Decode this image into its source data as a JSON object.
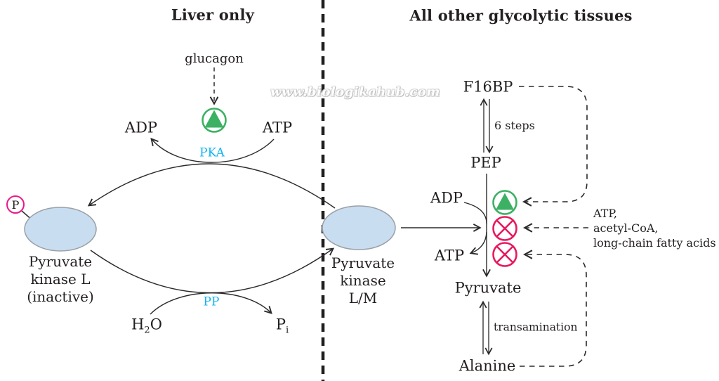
{
  "titles": {
    "liver": "Liver only",
    "other": "All other glycolytic tissues"
  },
  "watermark": "www.biologikahub.com",
  "liver": {
    "glucagon": "glucagon",
    "adp": "ADP",
    "atp": "ATP",
    "pka": "PKA",
    "pp": "PP",
    "h2o_base": "H",
    "h2o_sub": "2",
    "h2o_rest": "O",
    "pi_base": "P",
    "pi_sub": "i",
    "phosphate": "P",
    "enzyme_inactive": [
      "Pyruvate",
      "kinase L",
      "(inactive)"
    ]
  },
  "shared": {
    "enzyme_active": [
      "Pyruvate",
      "kinase",
      "L/M"
    ]
  },
  "glycolytic": {
    "f16bp": "F16BP",
    "six_steps": "6 steps",
    "pep": "PEP",
    "adp": "ADP",
    "atp": "ATP",
    "pyruvate": "Pyruvate",
    "transamination": "transamination",
    "alanine": "Alanine",
    "inhibitor_list": [
      "ATP,",
      "acetyl-CoA,",
      "long-chain fatty acids"
    ]
  },
  "colors": {
    "activator_green": "#3cb163",
    "inhibitor_red": "#e8195c",
    "phosphate_pink": "#e8198b",
    "enzyme_fill": "#c9ddf1",
    "enzyme_stroke": "#9aa0a6",
    "kinase_cyan": "#15b4f1",
    "ink": "#231f20"
  }
}
